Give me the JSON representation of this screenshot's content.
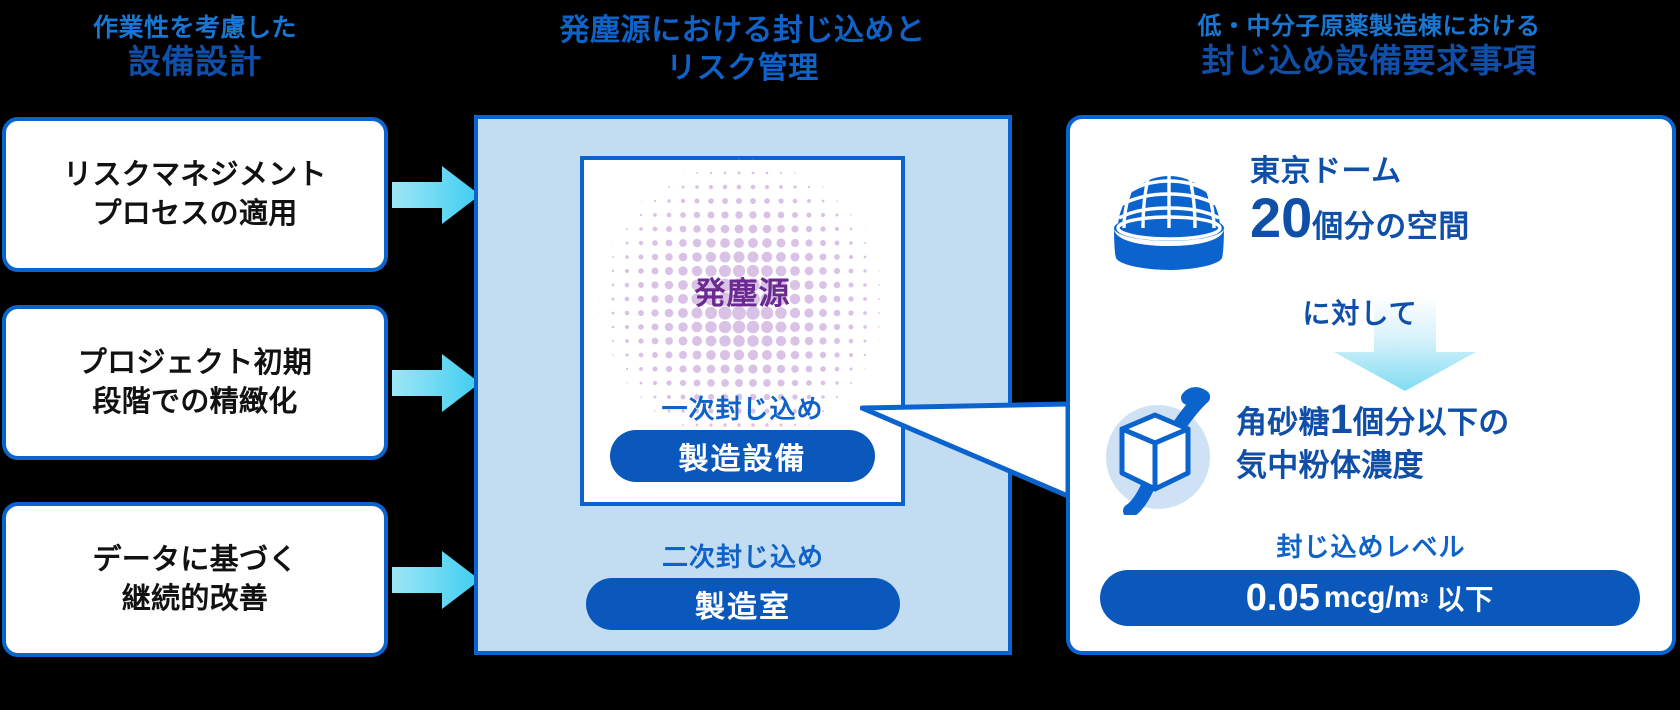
{
  "columns": {
    "left": {
      "heading_sub": "作業性を考慮した",
      "heading_main": "設備設計",
      "cards": [
        {
          "line1": "リスクマネジメント",
          "line2": "プロセスの適用"
        },
        {
          "line1": "プロジェクト初期",
          "line2": "段階での精緻化"
        },
        {
          "line1": "データに基づく",
          "line2": "継続的改善"
        }
      ]
    },
    "center": {
      "heading_sub": "発塵源における封じ込めと",
      "heading_main": "リスク管理",
      "dust_source_label": "発塵源",
      "primary_caption": "一次封じ込め",
      "primary_pill": "製造設備",
      "secondary_caption": "二次封じ込め",
      "secondary_pill": "製造室"
    },
    "right": {
      "heading_sub": "低・中分子原薬製造棟における",
      "heading_main": "封じ込め設備要求事項",
      "dome": {
        "line1": "東京ドーム",
        "number": "20",
        "unit": "個分の空間"
      },
      "connector_text": "に対して",
      "sugar": {
        "prefix": "角砂糖",
        "number": "1",
        "suffix": "個分以下の",
        "line2": "気中粉体濃度"
      },
      "level_caption": "封じ込めレベル",
      "level_value": "0.05",
      "level_unit": "mcg/m",
      "level_unit_sup": "3",
      "level_suffix": "以下"
    }
  },
  "icons": {
    "dome": "tokyo-dome-icon",
    "sugar": "sugar-cube-spoon-icon",
    "arrow_right": "arrow-right-icon",
    "arrow_down": "arrow-down-icon",
    "wedge": "callout-wedge-icon",
    "halftone": "dust-halftone-icon"
  },
  "colors": {
    "brand_blue": "#0b63cd",
    "deep_blue": "#0f4fa8",
    "pill_blue": "#0b58bd",
    "panel_blue": "#c2dcf2",
    "arrow_cyan": "#6fd8f2",
    "dust_purple": "#6b2a8f",
    "halftone_purple": "#d9c2e6"
  }
}
